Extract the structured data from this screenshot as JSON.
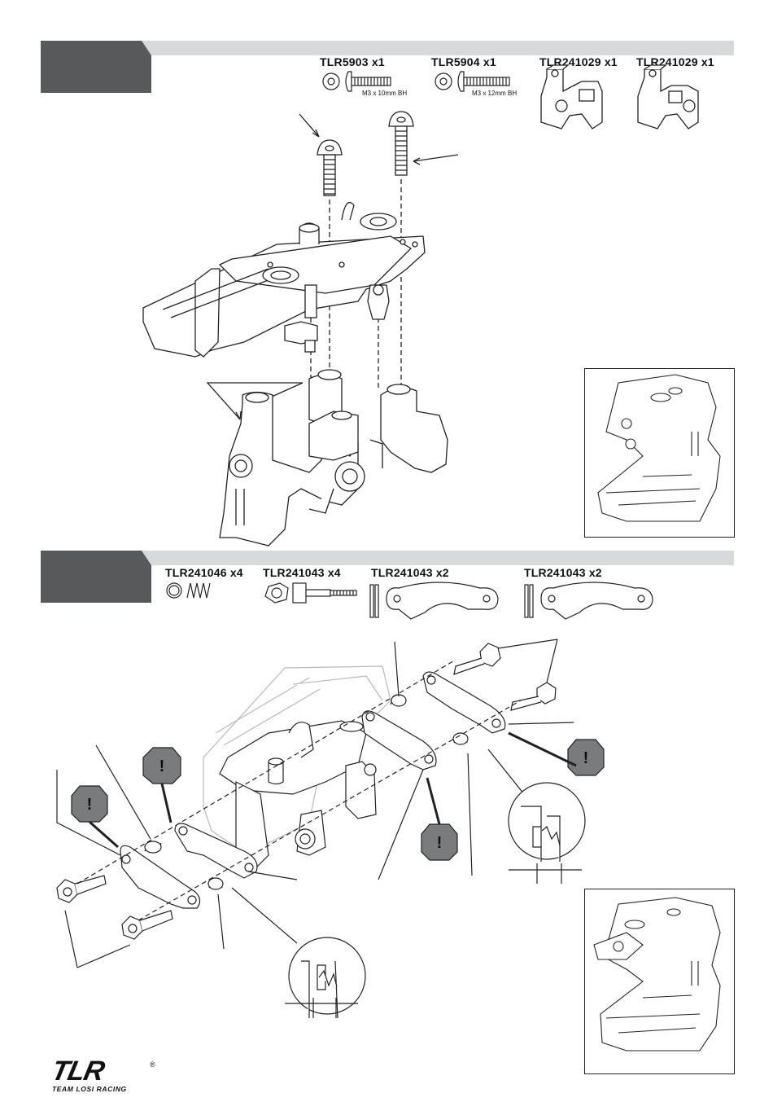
{
  "steps": [
    {
      "parts": [
        {
          "code": "TLR5903 x1",
          "size": "M3 x 10mm BH",
          "icon": "button-head-screw-washer"
        },
        {
          "code": "TLR5904 x1",
          "size": "M3 x 12mm BH",
          "icon": "button-head-screw-washer"
        },
        {
          "code": "TLR241029 x1",
          "icon": "servo-mount-left"
        },
        {
          "code": "TLR241029 x1",
          "icon": "servo-mount-right"
        }
      ]
    },
    {
      "parts": [
        {
          "code": "TLR241046 x4",
          "icon": "o-ring-spring"
        },
        {
          "code": "TLR241043 x4",
          "icon": "locknut-shoulder-bolt"
        },
        {
          "code": "TLR241043 x2",
          "icon": "brake-link-plate"
        },
        {
          "code": "TLR241043 x2",
          "icon": "brake-link-plate"
        }
      ]
    }
  ],
  "brand": {
    "logo": "TLR",
    "registered": "®",
    "tagline": "TEAM LOSI RACING"
  },
  "colors": {
    "tab": "#58595b",
    "bar": "#d8d9da",
    "warning": "#7a7b7d"
  }
}
